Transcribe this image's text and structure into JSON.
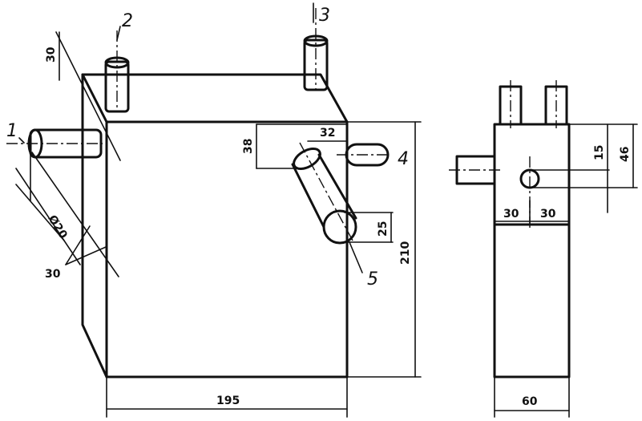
{
  "labels": {
    "part_1": "1",
    "part_2": "2",
    "part_3": "3",
    "part_4": "4",
    "part_5": "5"
  },
  "dimensions": {
    "front_width": "195",
    "front_height": "210",
    "top_30": "30",
    "slot_32": "32",
    "slot_38": "38",
    "hole_25": "25",
    "diam_20": "Ø20",
    "side_30_bottom": "30",
    "side_width": "60",
    "side_30_a": "30",
    "side_30_b": "30",
    "side_15": "15",
    "side_46": "46"
  }
}
